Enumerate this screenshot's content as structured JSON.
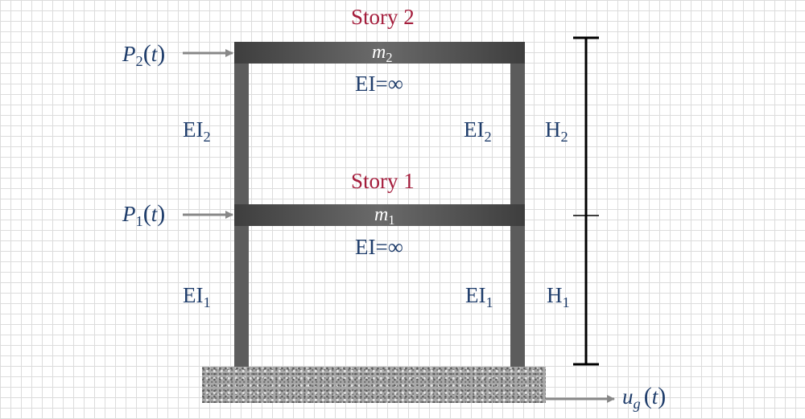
{
  "stories": [
    {
      "title": "Story 2",
      "mass_symbol": "m",
      "mass_sub": "2",
      "beam_stiffness": "EI=",
      "infinity": "∞",
      "col_left": "EI",
      "col_left_sub": "2",
      "col_right": "EI",
      "col_right_sub": "2",
      "height": "H",
      "height_sub": "2",
      "load": "P",
      "load_sub": "2",
      "load_arg": "t"
    },
    {
      "title": "Story 1",
      "mass_symbol": "m",
      "mass_sub": "1",
      "beam_stiffness": "EI=",
      "infinity": "∞",
      "col_left": "EI",
      "col_left_sub": "1",
      "col_right": "EI",
      "col_right_sub": "1",
      "height": "H",
      "height_sub": "1",
      "load": "P",
      "load_sub": "1",
      "load_arg": "t"
    }
  ],
  "ground_motion": {
    "symbol": "u",
    "sub": "g",
    "arg": "t"
  },
  "colors": {
    "story_title": "#a51d3c",
    "label": "#1f3d6b",
    "frame": "#5c5c5c",
    "arrow": "#888888",
    "dimension": "#000000"
  }
}
